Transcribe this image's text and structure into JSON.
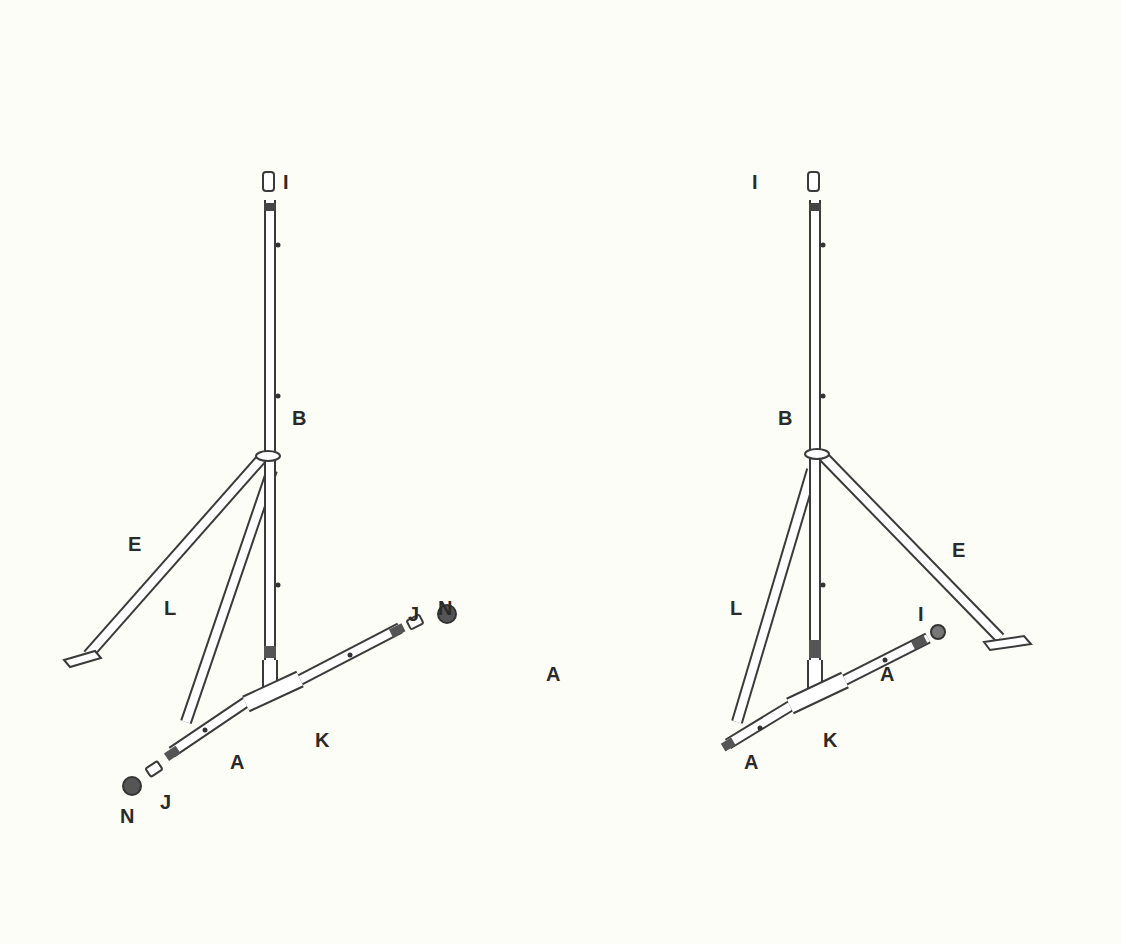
{
  "diagram": {
    "labels": [
      "I",
      "B",
      "E",
      "L",
      "A",
      "J",
      "N",
      "K",
      "A",
      "J",
      "N",
      "I",
      "B",
      "E",
      "L",
      "A",
      "I",
      "K",
      "A"
    ]
  }
}
